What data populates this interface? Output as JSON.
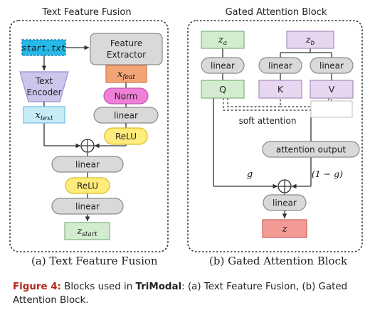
{
  "panel_a": {
    "title": "Text Feature Fusion",
    "caption": "(a) Text Feature Fusion",
    "input": "start.txt",
    "feature_extractor": [
      "Feature",
      "Extractor"
    ],
    "text_encoder": [
      "Text",
      "Encoder"
    ],
    "x_text": {
      "base": "x",
      "sub": "text"
    },
    "x_feat": {
      "base": "x",
      "sub": "feat"
    },
    "norm": "Norm",
    "linear_right": "linear",
    "relu_right": "ReLU",
    "linear_1": "linear",
    "relu_2": "ReLU",
    "linear_3": "linear",
    "z_start": {
      "base": "z",
      "sub": "start"
    }
  },
  "panel_b": {
    "title": "Gated Attention Block",
    "caption": "(b) Gated Attention Block",
    "z_a": {
      "base": "z",
      "sub": "a"
    },
    "z_b": {
      "base": "z",
      "sub": "b"
    },
    "linear_a": "linear",
    "linear_b1": "linear",
    "linear_b2": "linear",
    "q": "Q",
    "k": "K",
    "v": "V",
    "soft_attention": "soft attention",
    "attention_output": "attention output",
    "g_label": "g",
    "one_minus_g": "(1 − g)",
    "linear_out": "linear",
    "z_out": "z"
  },
  "figure_caption": {
    "label": "Figure 4:",
    "text_before": " Blocks used in ",
    "bold": "TriModal",
    "text_after": ": (a) Text Feature Fusion, (b) Gated Attention Block."
  },
  "colors": {
    "blue_fill": "#26b8e6",
    "blue_stroke": "#1f7fb5",
    "lavender_fill": "#ccc6ec",
    "lavender_stroke": "#9a8fcf",
    "light_blue_fill": "#c7ecf8",
    "light_blue_stroke": "#6fbfdf",
    "orange_fill": "#f2a477",
    "orange_stroke": "#d37a48",
    "pink_fill": "#f07fd8",
    "pink_stroke": "#c05cb0",
    "gray_fill": "#d9d9d9",
    "gray_stroke": "#8a8a8a",
    "yellow_fill": "#ffec7a",
    "yellow_stroke": "#d9bc2a",
    "green_fill": "#d3ecd0",
    "green_stroke": "#7fb57a",
    "purple_fill": "#e7d6ef",
    "purple_stroke": "#a88cc0",
    "red_fill": "#f29b95",
    "red_stroke": "#cf5f58",
    "caption_red": "#b3261e"
  }
}
